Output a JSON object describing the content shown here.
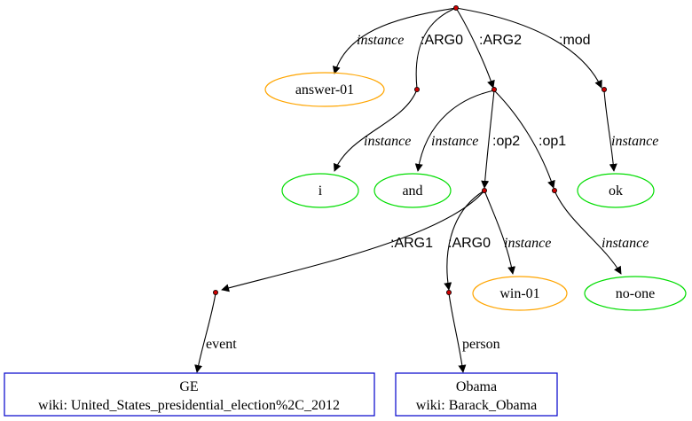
{
  "colors": {
    "concept_outline": "#ffa500",
    "constant_outline": "#00dd00",
    "entity_outline": "#0000cc",
    "variable_dot": "#cc0000",
    "edge": "#000000"
  },
  "concepts": [
    {
      "id": "answer-01",
      "label": "answer-01",
      "kind": "concept"
    },
    {
      "id": "win-01",
      "label": "win-01",
      "kind": "concept"
    },
    {
      "id": "i",
      "label": "i",
      "kind": "constant"
    },
    {
      "id": "and",
      "label": "and",
      "kind": "constant"
    },
    {
      "id": "ok",
      "label": "ok",
      "kind": "constant"
    },
    {
      "id": "no-one",
      "label": "no-one",
      "kind": "constant"
    }
  ],
  "entities": [
    {
      "id": "ge",
      "line1": "GE",
      "line2": "wiki: United_States_presidential_election%2C_2012"
    },
    {
      "id": "obama",
      "line1": "Obama",
      "line2": "wiki: Barack_Obama"
    }
  ],
  "edge_labels": {
    "instance": "instance",
    "arg0": ":ARG0",
    "arg1": ":ARG1",
    "arg2": ":ARG2",
    "mod": ":mod",
    "op1": ":op1",
    "op2": ":op2",
    "event": "event",
    "person": "person"
  },
  "edges": [
    {
      "from": "root",
      "to": "answer-01",
      "role": "instance"
    },
    {
      "from": "root",
      "to": "v-arg0",
      "role": "arg0"
    },
    {
      "from": "root",
      "to": "v-arg2",
      "role": "arg2"
    },
    {
      "from": "root",
      "to": "v-mod",
      "role": "mod"
    },
    {
      "from": "v-arg0",
      "to": "i",
      "role": "instance"
    },
    {
      "from": "v-arg2",
      "to": "and",
      "role": "instance"
    },
    {
      "from": "v-arg2",
      "to": "v-op2",
      "role": "op2"
    },
    {
      "from": "v-arg2",
      "to": "v-op1",
      "role": "op1"
    },
    {
      "from": "v-mod",
      "to": "ok",
      "role": "instance"
    },
    {
      "from": "v-op2",
      "to": "v-arg1",
      "role": "arg1"
    },
    {
      "from": "v-op2",
      "to": "v-arg0b",
      "role": "arg0"
    },
    {
      "from": "v-op2",
      "to": "win-01",
      "role": "instance"
    },
    {
      "from": "v-op1",
      "to": "no-one",
      "role": "instance"
    },
    {
      "from": "v-arg1",
      "to": "ge",
      "role": "event"
    },
    {
      "from": "v-arg0b",
      "to": "obama",
      "role": "person"
    }
  ]
}
